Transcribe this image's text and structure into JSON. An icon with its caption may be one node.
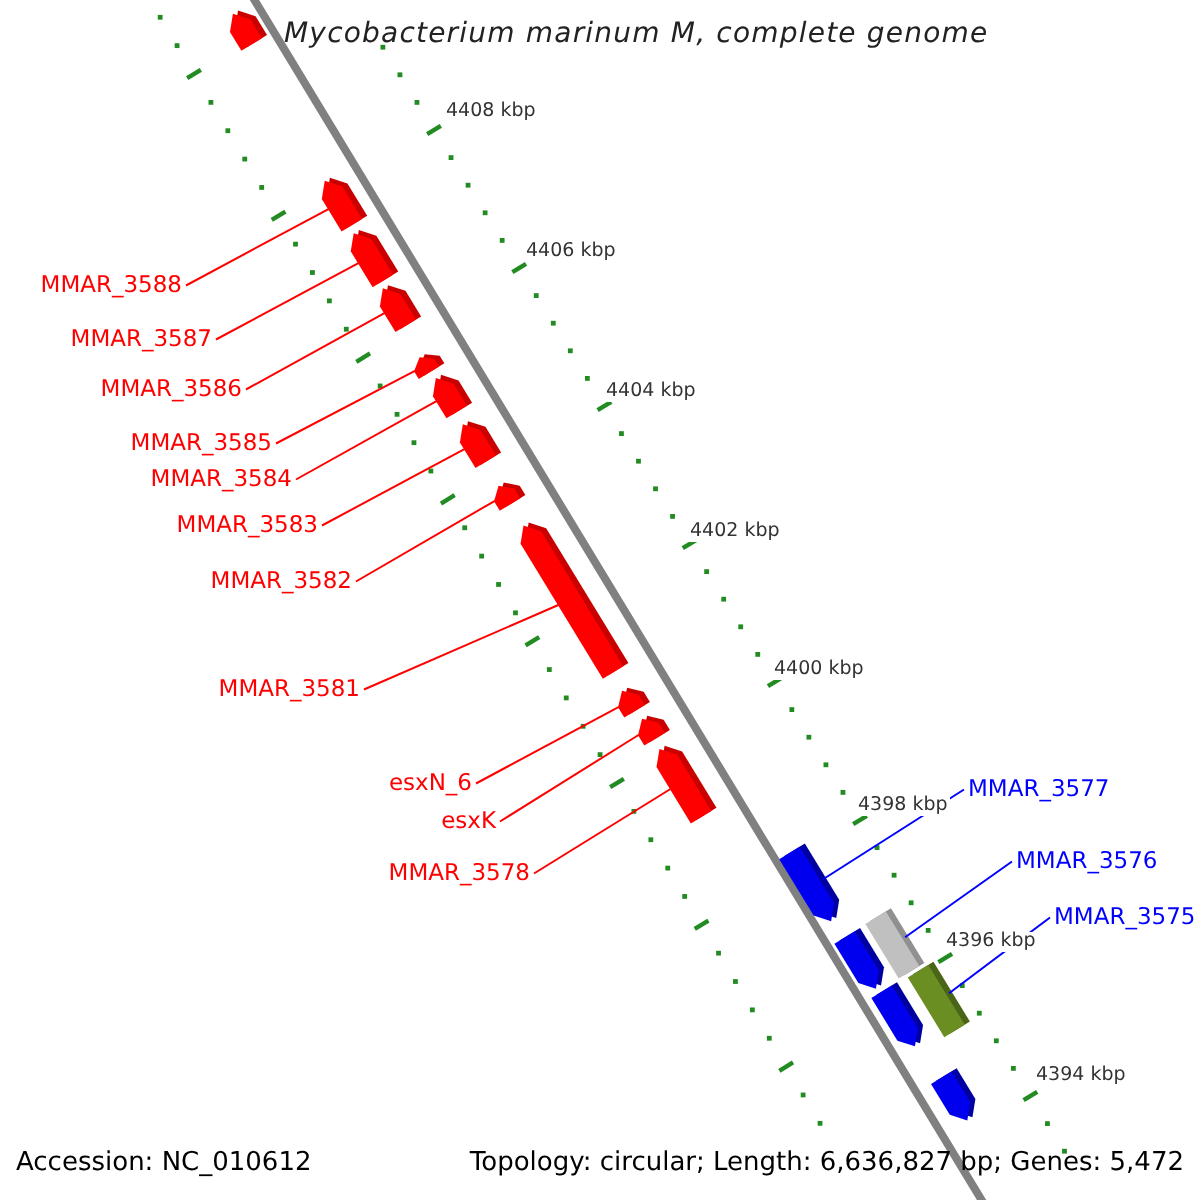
{
  "diagram": {
    "title": "Mycobacterium marinum M, complete genome",
    "nodes": [
      {
        "text": [],
        "shape": "arrow"
      },
      {
        "text": [],
        "shape": "arrow"
      },
      {
        "text": [],
        "shape": "arrow"
      },
      {
        "text": [],
        "shape": "arrow"
      },
      {
        "text": [],
        "shape": "arrow"
      },
      {
        "text": [],
        "shape": "arrow"
      },
      {
        "text": [],
        "shape": "arrow"
      },
      {
        "text": [],
        "shape": "arrow"
      },
      {
        "text": [],
        "shape": "arrow"
      },
      {
        "text": [],
        "shape": "arrow"
      },
      {
        "text": [],
        "shape": "arrow"
      },
      {
        "text": [],
        "shape": "arrow"
      },
      {
        "text": [],
        "shape": "arrow"
      },
      {
        "text": [],
        "shape": "box"
      },
      {
        "text": [],
        "shape": "arrow"
      },
      {
        "text": [],
        "shape": "box"
      },
      {
        "text": [],
        "shape": "arrow"
      },
      {
        "text": [],
        "shape": "arrow"
      },
      {
        "text": [
          "MMAR_3588"
        ]
      },
      {
        "text": [
          "MMAR_3587"
        ]
      },
      {
        "text": [
          "MMAR_3586"
        ]
      },
      {
        "text": [
          "MMAR_3585"
        ]
      },
      {
        "text": [
          "MMAR_3584"
        ]
      },
      {
        "text": [
          "MMAR_3583"
        ]
      },
      {
        "text": [
          "MMAR_3582"
        ]
      },
      {
        "text": [
          "MMAR_3581"
        ]
      },
      {
        "text": [
          "esxN_6"
        ]
      },
      {
        "text": [
          "esxK"
        ]
      },
      {
        "text": [
          "MMAR_3578"
        ]
      },
      {
        "text": [
          "MMAR_3577"
        ]
      },
      {
        "text": [
          "MMAR_3576"
        ]
      },
      {
        "text": [
          "MMAR_3575"
        ]
      }
    ],
    "edges": [
      {
        "from": 18,
        "to": 1,
        "arrow": "none"
      },
      {
        "from": 19,
        "to": 2,
        "arrow": "none"
      },
      {
        "from": 20,
        "to": 3,
        "arrow": "none"
      },
      {
        "from": 21,
        "to": 4,
        "arrow": "none"
      },
      {
        "from": 22,
        "to": 5,
        "arrow": "none"
      },
      {
        "from": 23,
        "to": 6,
        "arrow": "none"
      },
      {
        "from": 24,
        "to": 7,
        "arrow": "none"
      },
      {
        "from": 25,
        "to": 8,
        "arrow": "none"
      },
      {
        "from": 26,
        "to": 9,
        "arrow": "none"
      },
      {
        "from": 27,
        "to": 10,
        "arrow": "none"
      },
      {
        "from": 28,
        "to": 11,
        "arrow": "none"
      },
      {
        "from": 29,
        "to": 12,
        "arrow": "none",
        "color": "#0000ff"
      },
      {
        "from": 30,
        "to": 13,
        "arrow": "none",
        "color": "#0000ff"
      },
      {
        "from": 31,
        "to": 15,
        "arrow": "none",
        "color": "#0000ff"
      }
    ],
    "labels": [
      "4408 kbp",
      "4406 kbp",
      "4404 kbp",
      "4402 kbp",
      "4400 kbp",
      "4398 kbp",
      "4396 kbp",
      "4394 kbp",
      "Accession: NC_010612",
      "Topology: circular; Length: 6,636,827 bp; Genes: 5,472"
    ]
  }
}
